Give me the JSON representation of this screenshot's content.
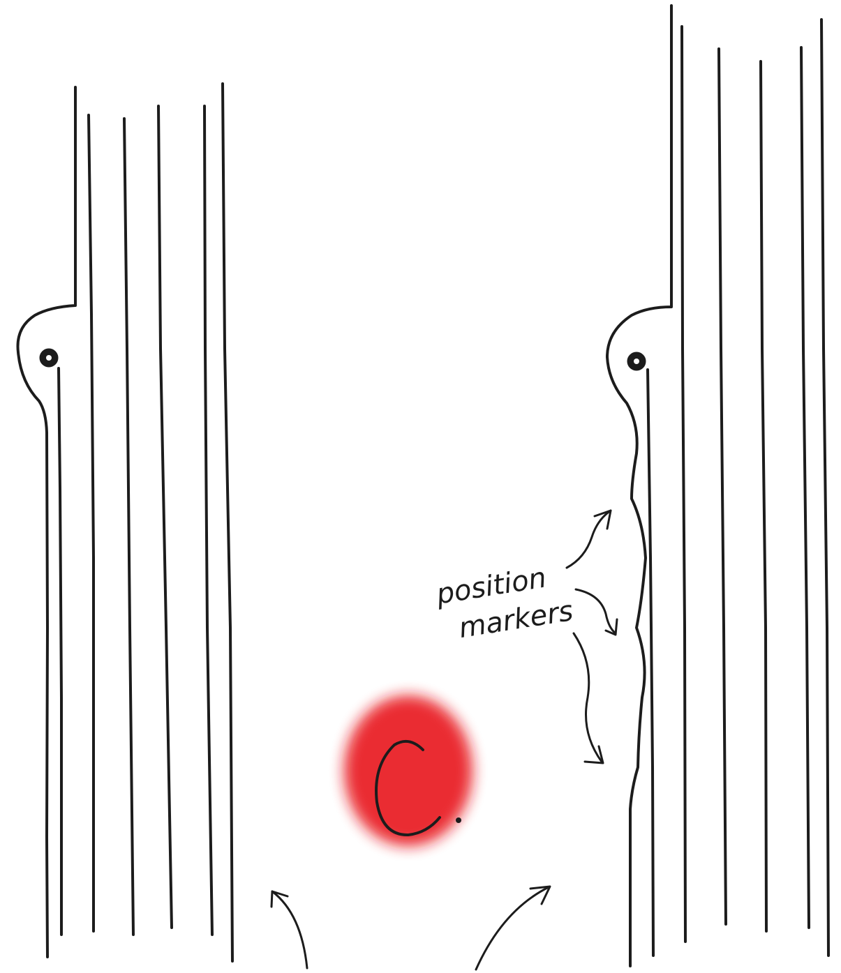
{
  "diagram": {
    "step_label": "C.",
    "annotation": {
      "line1": "position",
      "line2": "markers"
    },
    "colors": {
      "ink": "#1c1c1c",
      "highlight": "#e8141b",
      "paper": "#ffffff"
    }
  }
}
